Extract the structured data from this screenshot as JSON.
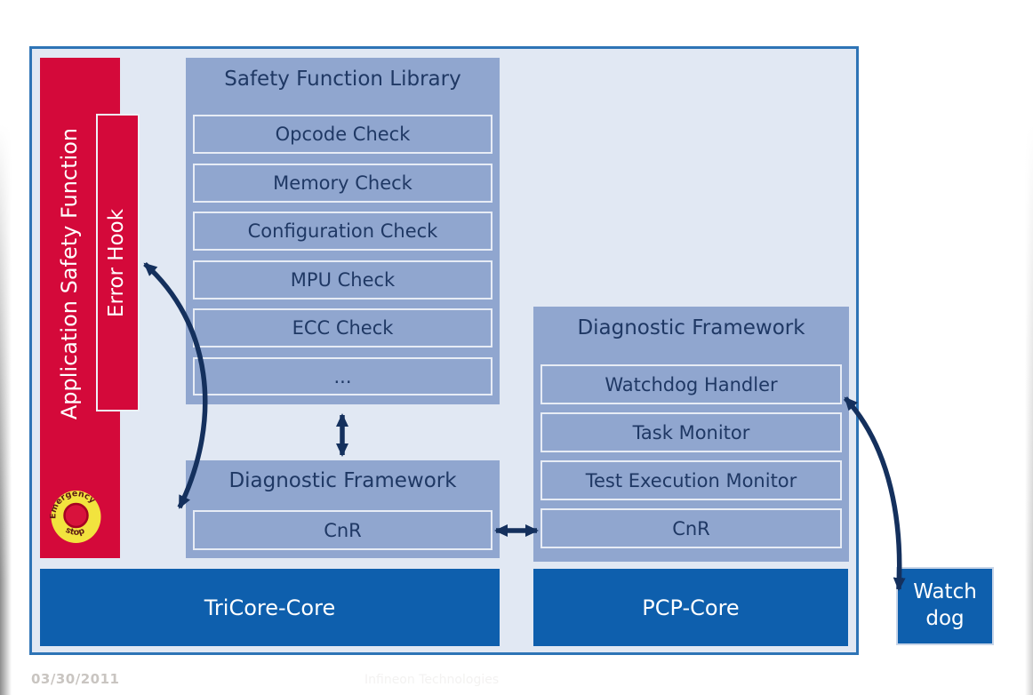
{
  "slide": {
    "footer_date": "03/30/2011",
    "footer_right": "Infineon Technologies"
  },
  "colors": {
    "accent_red": "#d4093a",
    "panel_bg": "#e1e8f3",
    "panel_border": "#2e74b6",
    "box_blue": "#90a6cf",
    "box_item_border": "#e7ecf5",
    "core_blue": "#0e5fad",
    "navy_text": "#1f3864",
    "arrow_navy": "#14305d",
    "emergency_yellow": "#f2e33e"
  },
  "diagram": {
    "application_bar": {
      "label": "Application Safety Function"
    },
    "error_hook": {
      "label": "Error Hook"
    },
    "emergency_stop": {
      "top_text": "Emergency",
      "bottom_text": "stop"
    },
    "safety_function_library": {
      "title": "Safety Function Library",
      "items": [
        "Opcode Check",
        "Memory Check",
        "Configuration Check",
        "MPU Check",
        "ECC Check",
        "..."
      ]
    },
    "diagnostic_framework_left": {
      "title": "Diagnostic Framework",
      "items": [
        "CnR"
      ]
    },
    "diagnostic_framework_right": {
      "title": "Diagnostic Framework",
      "items": [
        "Watchdog Handler",
        "Task Monitor",
        "Test Execution Monitor",
        "CnR"
      ]
    },
    "cores": {
      "tricore": "TriCore-Core",
      "pcp": "PCP-Core"
    },
    "watchdog": {
      "label": "Watch dog"
    }
  }
}
